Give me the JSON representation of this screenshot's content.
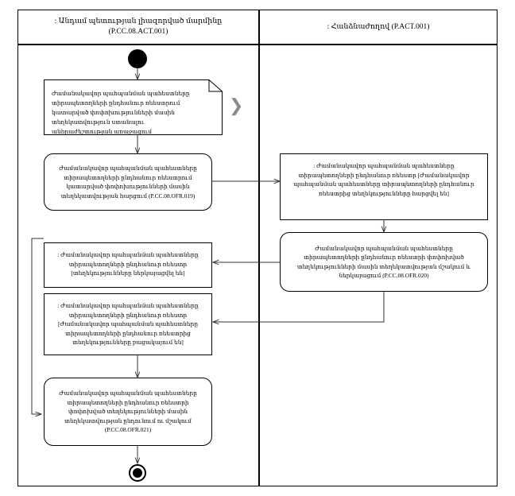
{
  "diagram": {
    "type": "uml-activity-diagram",
    "title": "",
    "lanes": [
      {
        "id": "lane-left",
        "label": ": Անդամ պետության լիազորված մարմինը",
        "code": "(P.CC.08.ACT.001)"
      },
      {
        "id": "lane-right",
        "label": ": Հանձնաժողով (P.ACT.001)",
        "code": ""
      }
    ],
    "nodes": {
      "start": {
        "name": "initial-node"
      },
      "end": {
        "name": "final-node"
      },
      "note": {
        "text": "Ժամանակավոր պահպանման պահեստները տիրապետողների ընդհանուր ռեեստրում կատարված փոփոխությունների մասին տեղեկատվություն ստանալու անհրաժեշտության առաջացում"
      },
      "action_019": {
        "text": "Ժամանակավոր պահպանման պահեստները տիրապետողների ընդհանուր ռեեստրում կատարված փոփոխությունների մասին տեղեկատվության հարցում (P.CC.08.OFR.019)",
        "code": "P.CC.08.OFR.019"
      },
      "object_requested": {
        "text": ": Ժամանակավոր պահպանման պահեստները տիրապետողների ընդհանուր ռեեստր [Ժամանակավոր պահպանման պահեստները տիրապետողների ընդհանուր ռեեստրից տեղեկությունները հարցվել են]"
      },
      "action_020": {
        "text": "Ժամանակավոր պահպանման պահեստները տիրապետողների ընդհանուր ռեեստրի փոփոխված տեղեկությունների մասին տեղեկատվության մշակում և ներկայացում (P.CC.08.OFR.020)",
        "code": "P.CC.08.OFR.020"
      },
      "object_submitted": {
        "text": ": Ժամանակավոր պահպանման պահեստները տիրապետողների ընդհանուր ռեեստր [տեղեկությունները ներկայացվել են]"
      },
      "object_absent": {
        "text": ": Ժամանակավոր պահպանման պահեստները տիրապետողների ընդհանուր ռեեստր [Ժամանակավոր պահպանման պահեստները տիրապետողների ընդհանուր ռեեստրից տեղեկությունները բացակայում են]"
      },
      "action_021": {
        "text": "Ժամանակավոր պահպանման պահեստները տիրապետողների ընդհանուր ռեեստրի փոփոխված տեղեկությունների մասին տեղեկատվության ընդունում ու մշակում (P.CC.08.OFR.021)",
        "code": "P.CC.08.OFR.021"
      }
    },
    "colors": {
      "stroke": "#000000",
      "background": "#ffffff",
      "chevron": "#8a8a8a"
    }
  }
}
